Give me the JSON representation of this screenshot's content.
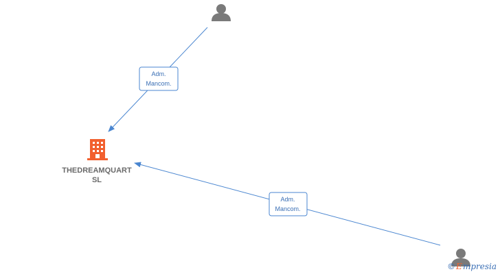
{
  "colors": {
    "edge": "#4a86d0",
    "company_icon": "#f2602f",
    "person_icon": "#7a7a7a",
    "node_label": "#6a6a6a",
    "watermark_accent": "#f2602f"
  },
  "company_node": {
    "icon": "building-icon",
    "label_line1": "THEDREAMQUART",
    "label_line2": "SL"
  },
  "person_nodes": [
    {
      "icon": "person-icon"
    },
    {
      "icon": "person-icon"
    }
  ],
  "edges": [
    {
      "label_line1": "Adm.",
      "label_line2": "Mancom."
    },
    {
      "label_line1": "Adm.",
      "label_line2": "Mancom."
    }
  ],
  "watermark": {
    "symbol": "©",
    "accent_letter": "E",
    "text": "mpresia"
  }
}
